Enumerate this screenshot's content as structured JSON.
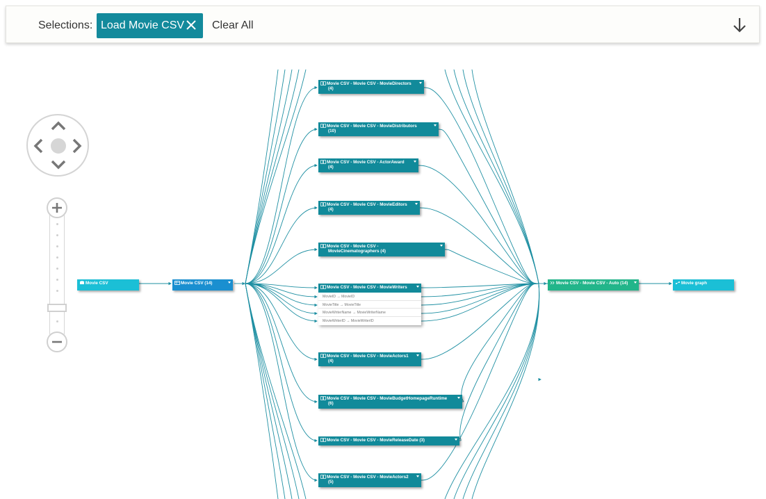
{
  "selections": {
    "label": "Selections:",
    "chip_label": "Load Movie CSV",
    "clear_all": "Clear All",
    "accent": "#138a9c"
  },
  "icons": {
    "chip_close": "close-icon",
    "collapse": "arrow-down-icon",
    "pan": [
      "chevron-up-icon",
      "chevron-left-icon",
      "chevron-right-icon",
      "chevron-down-icon"
    ],
    "zoom_in": "plus-icon",
    "zoom_out": "minus-icon"
  },
  "graph": {
    "colors": {
      "step": "#118a9a",
      "source": "#1bbfd6",
      "load": "#1a8fd0",
      "auto": "#22b58a",
      "edge": "#1e8fa2"
    },
    "nodes": {
      "source": {
        "label": "Movie CSV"
      },
      "load": {
        "label": "Movie CSV (14)"
      },
      "directors": {
        "label": "Movie CSV - Movie CSV - MovieDirectors",
        "count": "(4)"
      },
      "distributors": {
        "label": "Movie CSV - Movie CSV - MovieDistributors",
        "count": "(10)"
      },
      "actoraward": {
        "label": "Movie CSV - Movie CSV - ActorAward",
        "count": "(4)"
      },
      "editors": {
        "label": "Movie CSV - Movie CSV - MovieEditors",
        "count": "(4)"
      },
      "cinematographers": {
        "label": "Movie CSV - Movie CSV -",
        "count": "MovieCinematographers (4)"
      },
      "writers": {
        "label": "Movie CSV - Movie CSV - MovieWriters",
        "rows": [
          "MovieID → MovieID",
          "MovieTitle → MovieTitle",
          "MovieWriterName → MovieWriterName",
          "MovieWriterID → MovieWriterID"
        ]
      },
      "actors1": {
        "label": "Movie CSV - Movie CSV - MovieActors1",
        "count": "(4)"
      },
      "budget": {
        "label": "Movie CSV - Movie CSV - MovieBudgetHomepageRuntime",
        "count": "(6)"
      },
      "releasedate": {
        "label": "Movie CSV - Movie CSV - MovieReleaseDate (3)"
      },
      "actors2": {
        "label": "Movie CSV - Movie CSV - MovieActors2",
        "count": "(5)"
      },
      "auto": {
        "label": "Movie CSV - Movie CSV - Auto (14)"
      },
      "graph": {
        "label": "Movie graph"
      }
    }
  }
}
